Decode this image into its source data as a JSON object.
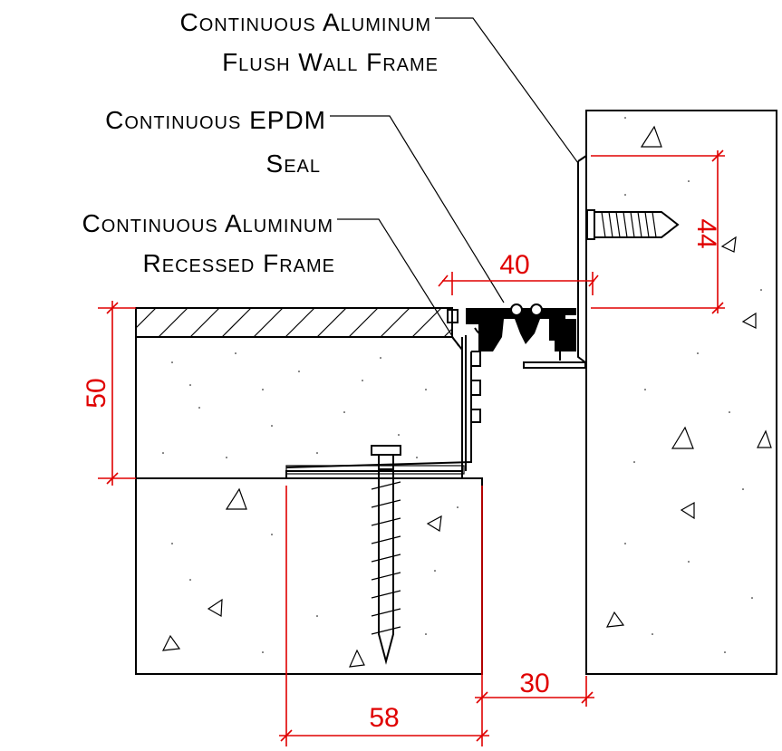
{
  "labels": {
    "flush_frame": {
      "line1": "Continuous Aluminum",
      "line2": "Flush Wall Frame"
    },
    "epdm_seal": {
      "line1": "Continuous EPDM",
      "line2": "Seal"
    },
    "recessed_frame": {
      "line1": "Continuous Aluminum",
      "line2": "Recessed Frame"
    }
  },
  "dimensions": {
    "gap_width": "40",
    "wall_height": "44",
    "slab_depth": "50",
    "anchor_offset": "58",
    "joint_offset": "30"
  },
  "colors": {
    "linework": "#000000",
    "dimensions": "#e00000"
  }
}
